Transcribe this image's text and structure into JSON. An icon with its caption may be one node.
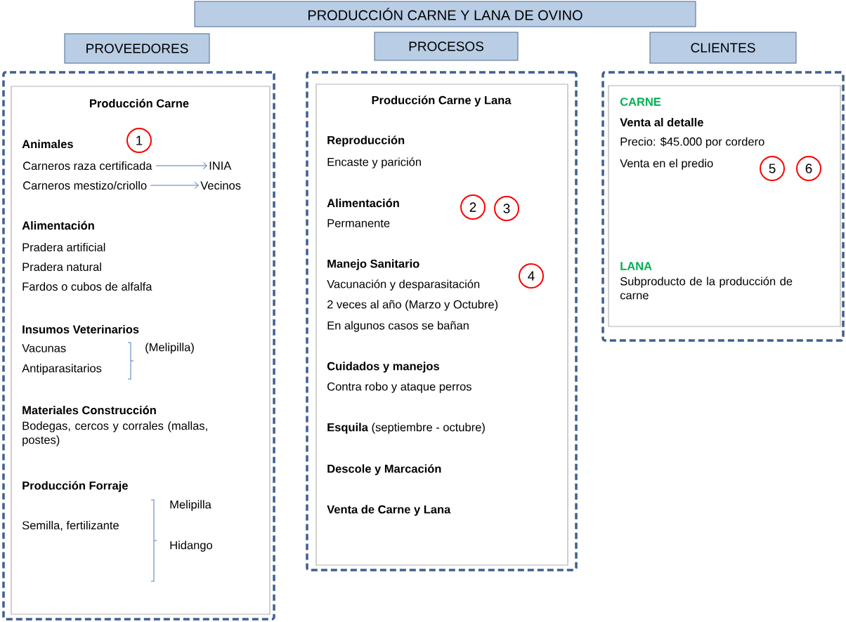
{
  "diagram": {
    "nodes": [
      {
        "text": [
          "PRODUCCIÓN CARNE Y LANA DE OVINO"
        ]
      },
      {
        "text": [
          "PROVEEDORES"
        ]
      },
      {
        "text": [
          "PROCESOS"
        ]
      },
      {
        "text": [
          "CLIENTES"
        ]
      },
      {
        "text": [],
        "shape": "box"
      },
      {
        "text": [
          "Producción Carne",
          "Animales",
          "Alimentación",
          "Pradera artificial",
          "Pradera natural",
          "Fardos o cubos de alfalfa",
          "Insumos Veterinarios",
          "Vacunas",
          "Antiparasitarios",
          "(Melipilla)",
          "Materiales Construcción",
          "Bodegas, cercos y corrales (mallas, postes)",
          "Producción Forraje",
          "Semilla, fertilizante",
          "Melipilla",
          "Hidango"
        ],
        "in": 4
      },
      {
        "text": [
          "1"
        ],
        "in": 5
      },
      {
        "text": [
          "Carneros raza certificada"
        ],
        "in": 5
      },
      {
        "text": [
          "INIA"
        ],
        "in": 5
      },
      {
        "text": [
          "Carneros mestizo/criollo"
        ],
        "in": 5
      },
      {
        "text": [
          "Vecinos"
        ],
        "in": 5
      },
      {
        "text": [],
        "shape": "box"
      },
      {
        "text": [
          "Producción Carne y Lana",
          "Reproducción",
          "Encaste y parición",
          "Alimentación",
          "Permanente",
          "Manejo Sanitario",
          "Vacunación y desparasitación",
          "2 veces al año (Marzo y Octubre)",
          "En algunos casos se bañan",
          "Cuidados y manejos",
          "Contra robo y ataque perros",
          "**Esquila** (septiembre - octubre)",
          "Descole y Marcación",
          "Venta de Carne y Lana"
        ],
        "in": 11
      },
      {
        "text": [
          "2"
        ],
        "in": 12
      },
      {
        "text": [
          "3"
        ],
        "in": 12
      },
      {
        "text": [
          "4"
        ],
        "in": 12
      },
      {
        "text": [],
        "shape": "box"
      },
      {
        "text": [
          "CARNE",
          "Venta al detalle",
          "Precio: $45.000 por cordero",
          "Venta en el predio",
          "LANA",
          "Subproducto de la producción de carne"
        ],
        "in": 16
      },
      {
        "text": [
          "5"
        ],
        "in": 17
      },
      {
        "text": [
          "6"
        ],
        "in": 17
      }
    ],
    "edges": [
      {
        "from": 7,
        "to": 8,
        "arrow": "to"
      },
      {
        "from": 9,
        "to": 10,
        "arrow": "to"
      }
    ]
  }
}
